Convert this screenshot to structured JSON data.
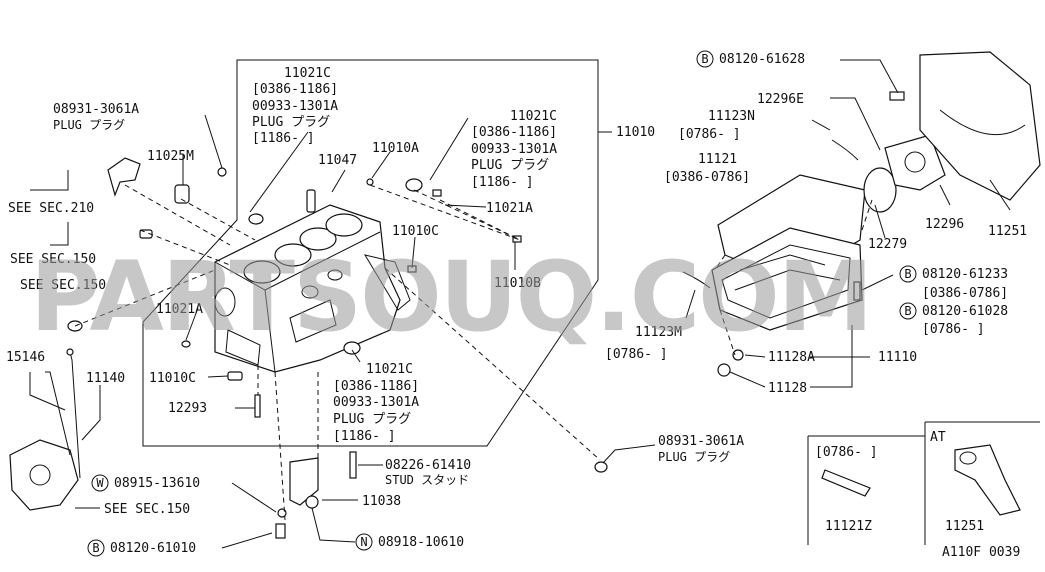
{
  "diagram_code": "A110F 0039",
  "watermark": "PARTSOUQ.COM",
  "labels": {
    "p11021c_top": "11021C",
    "p11021c_top_r1": "[0386-1186]",
    "p11021c_top_r2": "00933-1301A",
    "p11021c_top_r3": "PLUG プラグ",
    "p11021c_top_r4": "[1186-     ]",
    "p08931_left": "08931-3061A",
    "p08931_left_plug": "PLUG プラグ",
    "p11025m": "11025M",
    "p11047": "11047",
    "p11010a": "11010A",
    "p11021c_mid": "11021C",
    "p11021c_mid_r1": "[0386-1186]",
    "p11021c_mid_r2": "00933-1301A",
    "p11021c_mid_r3": "PLUG プラグ",
    "p11021c_mid_r4": "[1186-     ]",
    "p11010": "11010",
    "p11021a_r": "11021A",
    "see210": "SEE SEC.210",
    "see150a": "SEE SEC.150",
    "see150b": "SEE SEC.150",
    "p11010c_r": "11010C",
    "p11010b": "11010B",
    "p11021a_l": "11021A",
    "p11010c_l": "11010C",
    "p11021c_bot": "11021C",
    "p11021c_bot_r1": "[0386-1186]",
    "p11021c_bot_r2": "00933-1301A",
    "p11021c_bot_r3": "PLUG プラグ",
    "p11021c_bot_r4": "[1186-     ]",
    "p15146": "15146",
    "p11140": "11140",
    "p12293": "12293",
    "w08915": "08915-13610",
    "see150c": "SEE SEC.150",
    "b08120_61010": "08120-61010",
    "p08226": "08226-61410",
    "p08226_stud": "STUD スタッド",
    "p11038": "11038",
    "n08918": "08918-10610",
    "p08931_bot": "08931-3061A",
    "p08931_bot_plug": "PLUG プラグ",
    "b08120_61628": "08120-61628",
    "p12296e": "12296E",
    "p11123n": "11123N",
    "p11123n_r": "[0786-     ]",
    "p11121": "11121",
    "p11121_r": "[0386-0786]",
    "p12296": "12296",
    "p11251": "11251",
    "p12279": "12279",
    "b08120_61233": "08120-61233",
    "b08120_61233_r": "[0386-0786]",
    "b08120_61028": "08120-61028",
    "b08120_61028_r": "[0786-     ]",
    "p11123m": "11123M",
    "p11123m_r": "[0786-     ]",
    "p11128a": "11128A",
    "p11110": "11110",
    "p11128": "11128",
    "inset_range": "[0786-     ]",
    "inset_11121z": "11121Z",
    "inset_at": "AT",
    "inset_11251": "11251",
    "mark_b": "B",
    "mark_w": "W",
    "mark_n": "N"
  }
}
